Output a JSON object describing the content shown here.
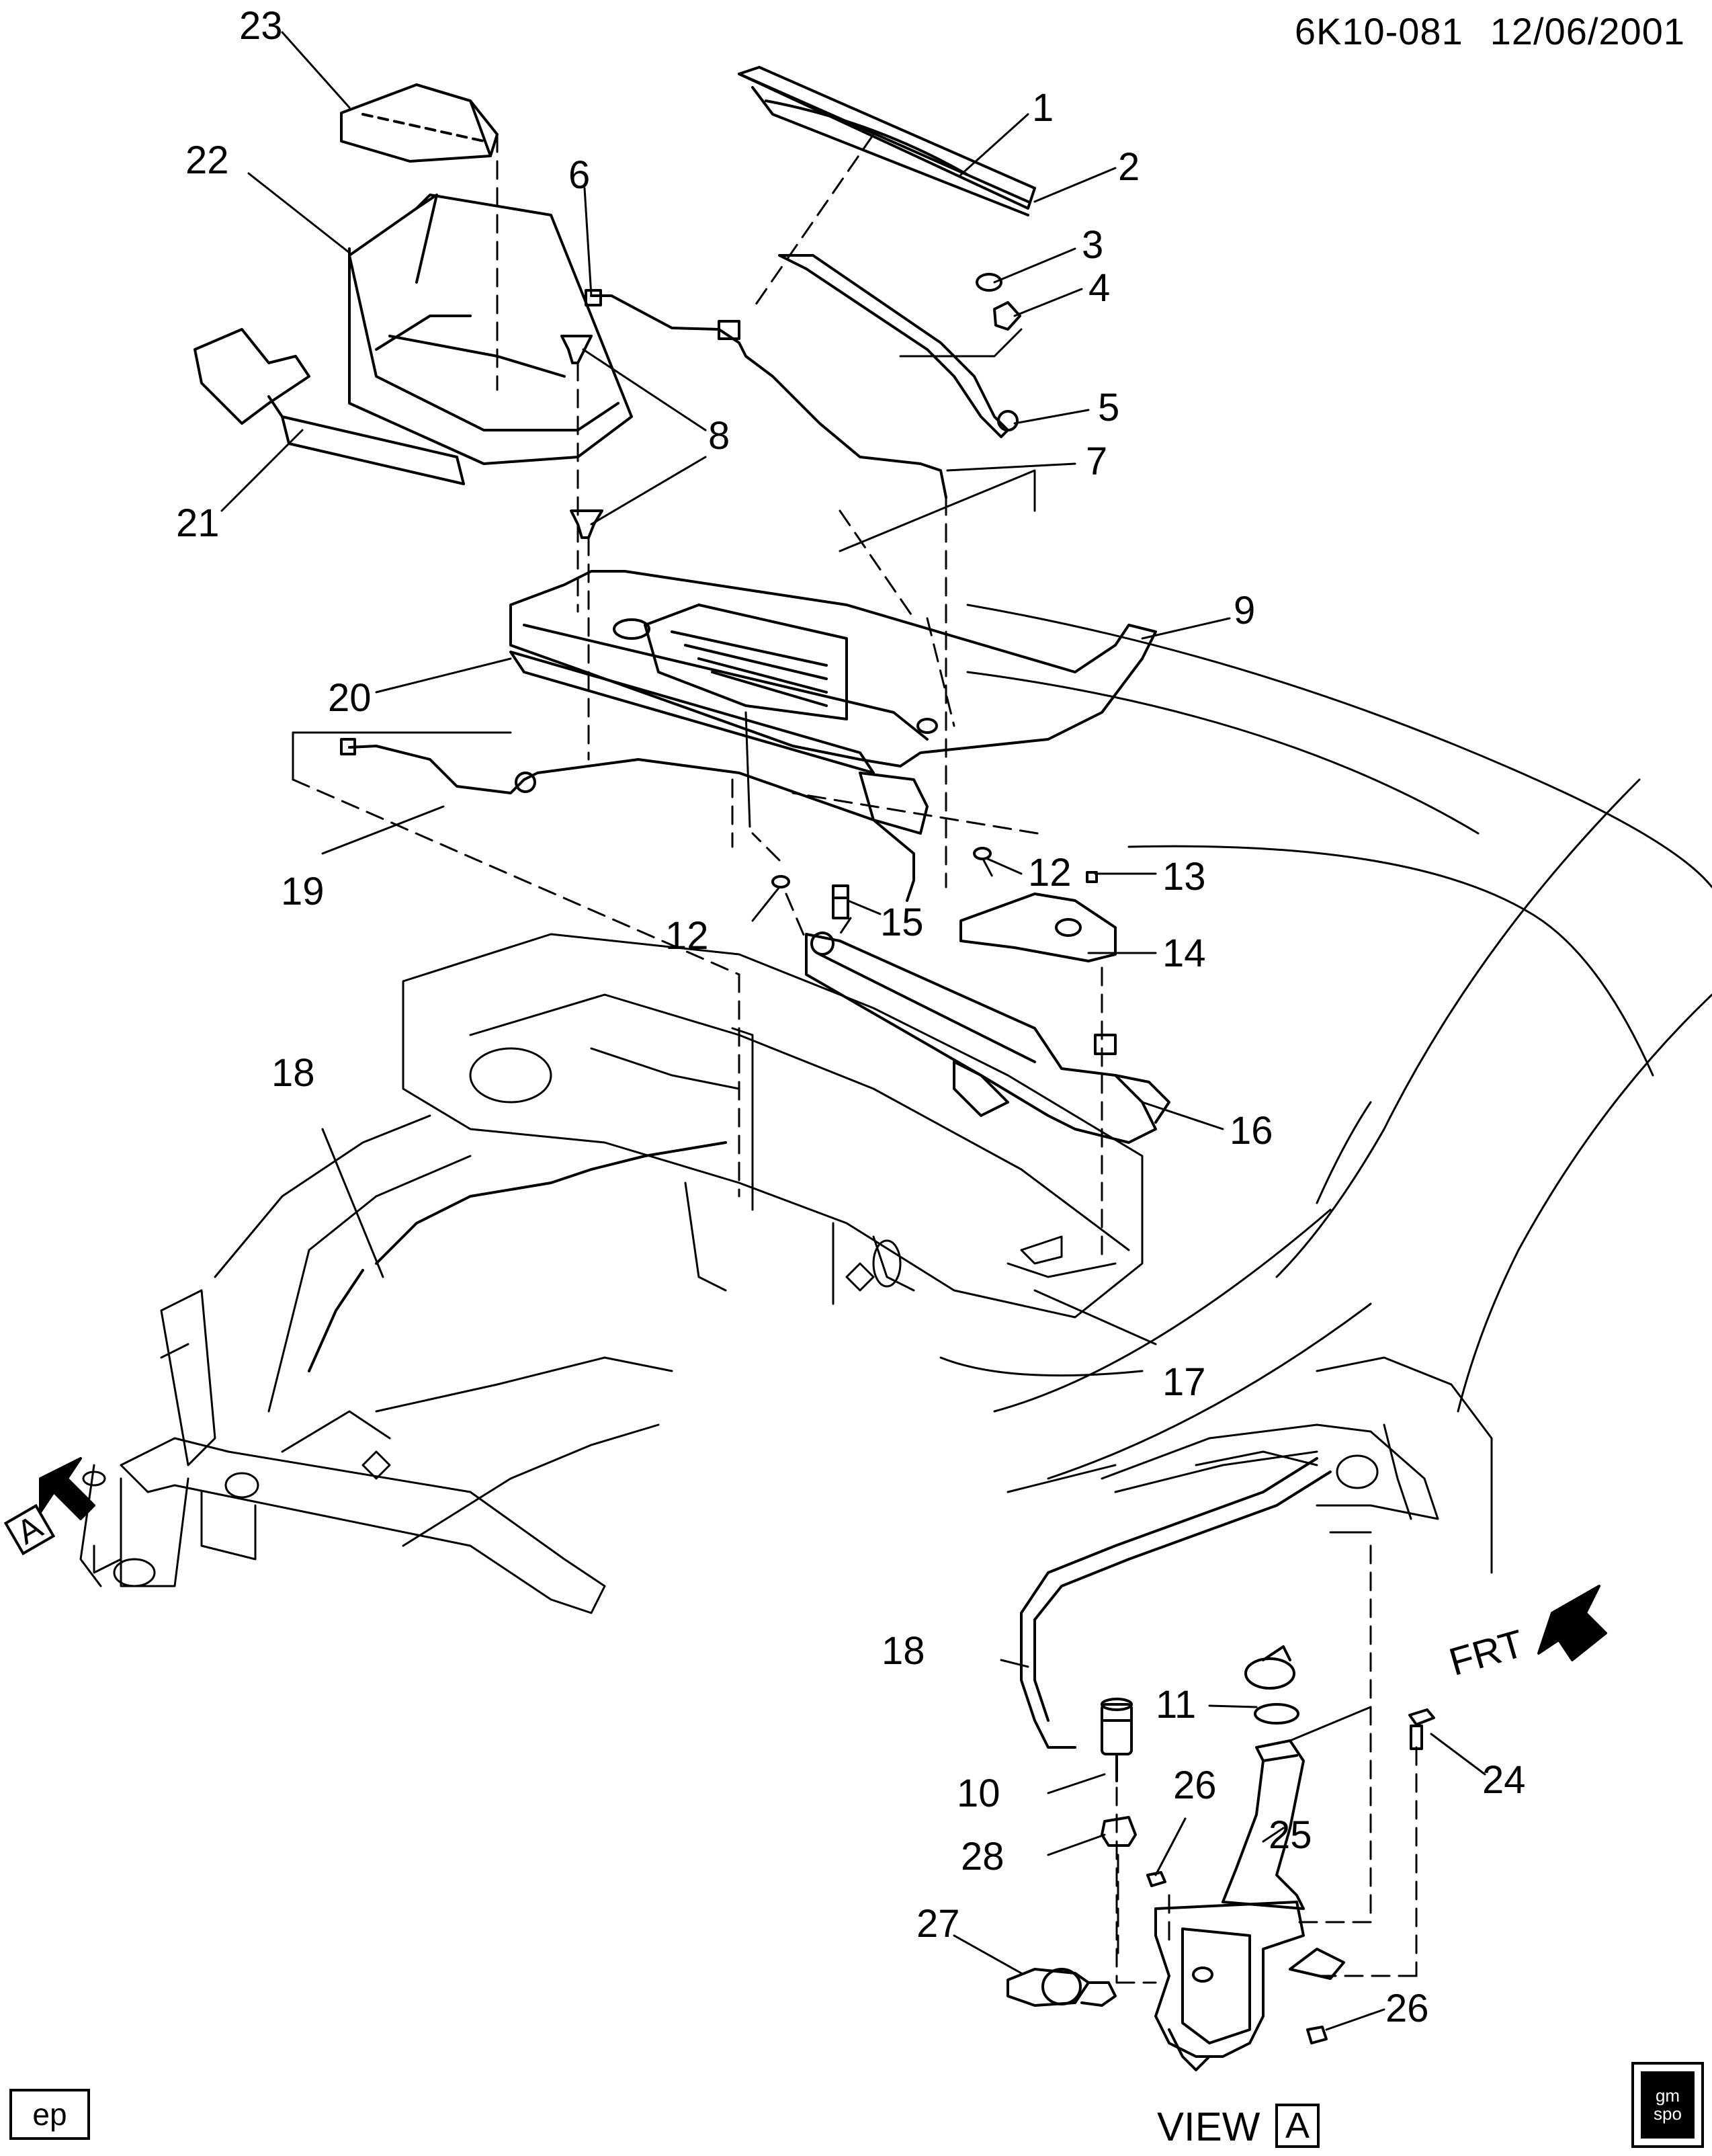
{
  "header": {
    "code": "6K10-081",
    "date": "12/06/2001"
  },
  "callouts": {
    "c1": "1",
    "c2": "2",
    "c3": "3",
    "c4": "4",
    "c5": "5",
    "c6": "6",
    "c7": "7",
    "c8": "8",
    "c9": "9",
    "c10": "10",
    "c11": "11",
    "c12a": "12",
    "c12b": "12",
    "c13": "13",
    "c14": "14",
    "c15": "15",
    "c16": "16",
    "c17": "17",
    "c18a": "18",
    "c18b": "18",
    "c19": "19",
    "c20": "20",
    "c21": "21",
    "c22": "22",
    "c23": "23",
    "c24": "24",
    "c25": "25",
    "c26a": "26",
    "c26b": "26",
    "c27": "27",
    "c28": "28"
  },
  "view_marker": "A",
  "frt_label": "FRT",
  "footer": {
    "ep_badge": "ep",
    "view_label": "VIEW",
    "view_letter": "A"
  },
  "logo": {
    "line1": "gm",
    "line2": "spo"
  },
  "colors": {
    "ink": "#000000",
    "paper": "#ffffff"
  }
}
